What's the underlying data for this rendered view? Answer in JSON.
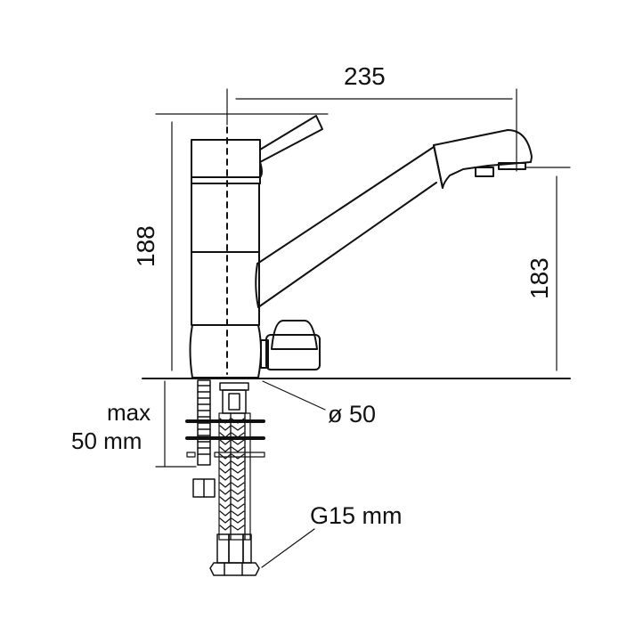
{
  "drawing": {
    "subject": "Kitchen faucet with pull-out spout, side-view dimension drawing",
    "dimensions": {
      "spout_reach": "235",
      "total_height": "188",
      "spout_outlet_height": "183",
      "mounting_hole_diameter": "ø 50",
      "max_deck_thickness_line1": "max",
      "max_deck_thickness_line2": "50 mm",
      "connection_thread": "G15 mm"
    },
    "colors": {
      "line": "#111111",
      "background": "#ffffff"
    }
  }
}
